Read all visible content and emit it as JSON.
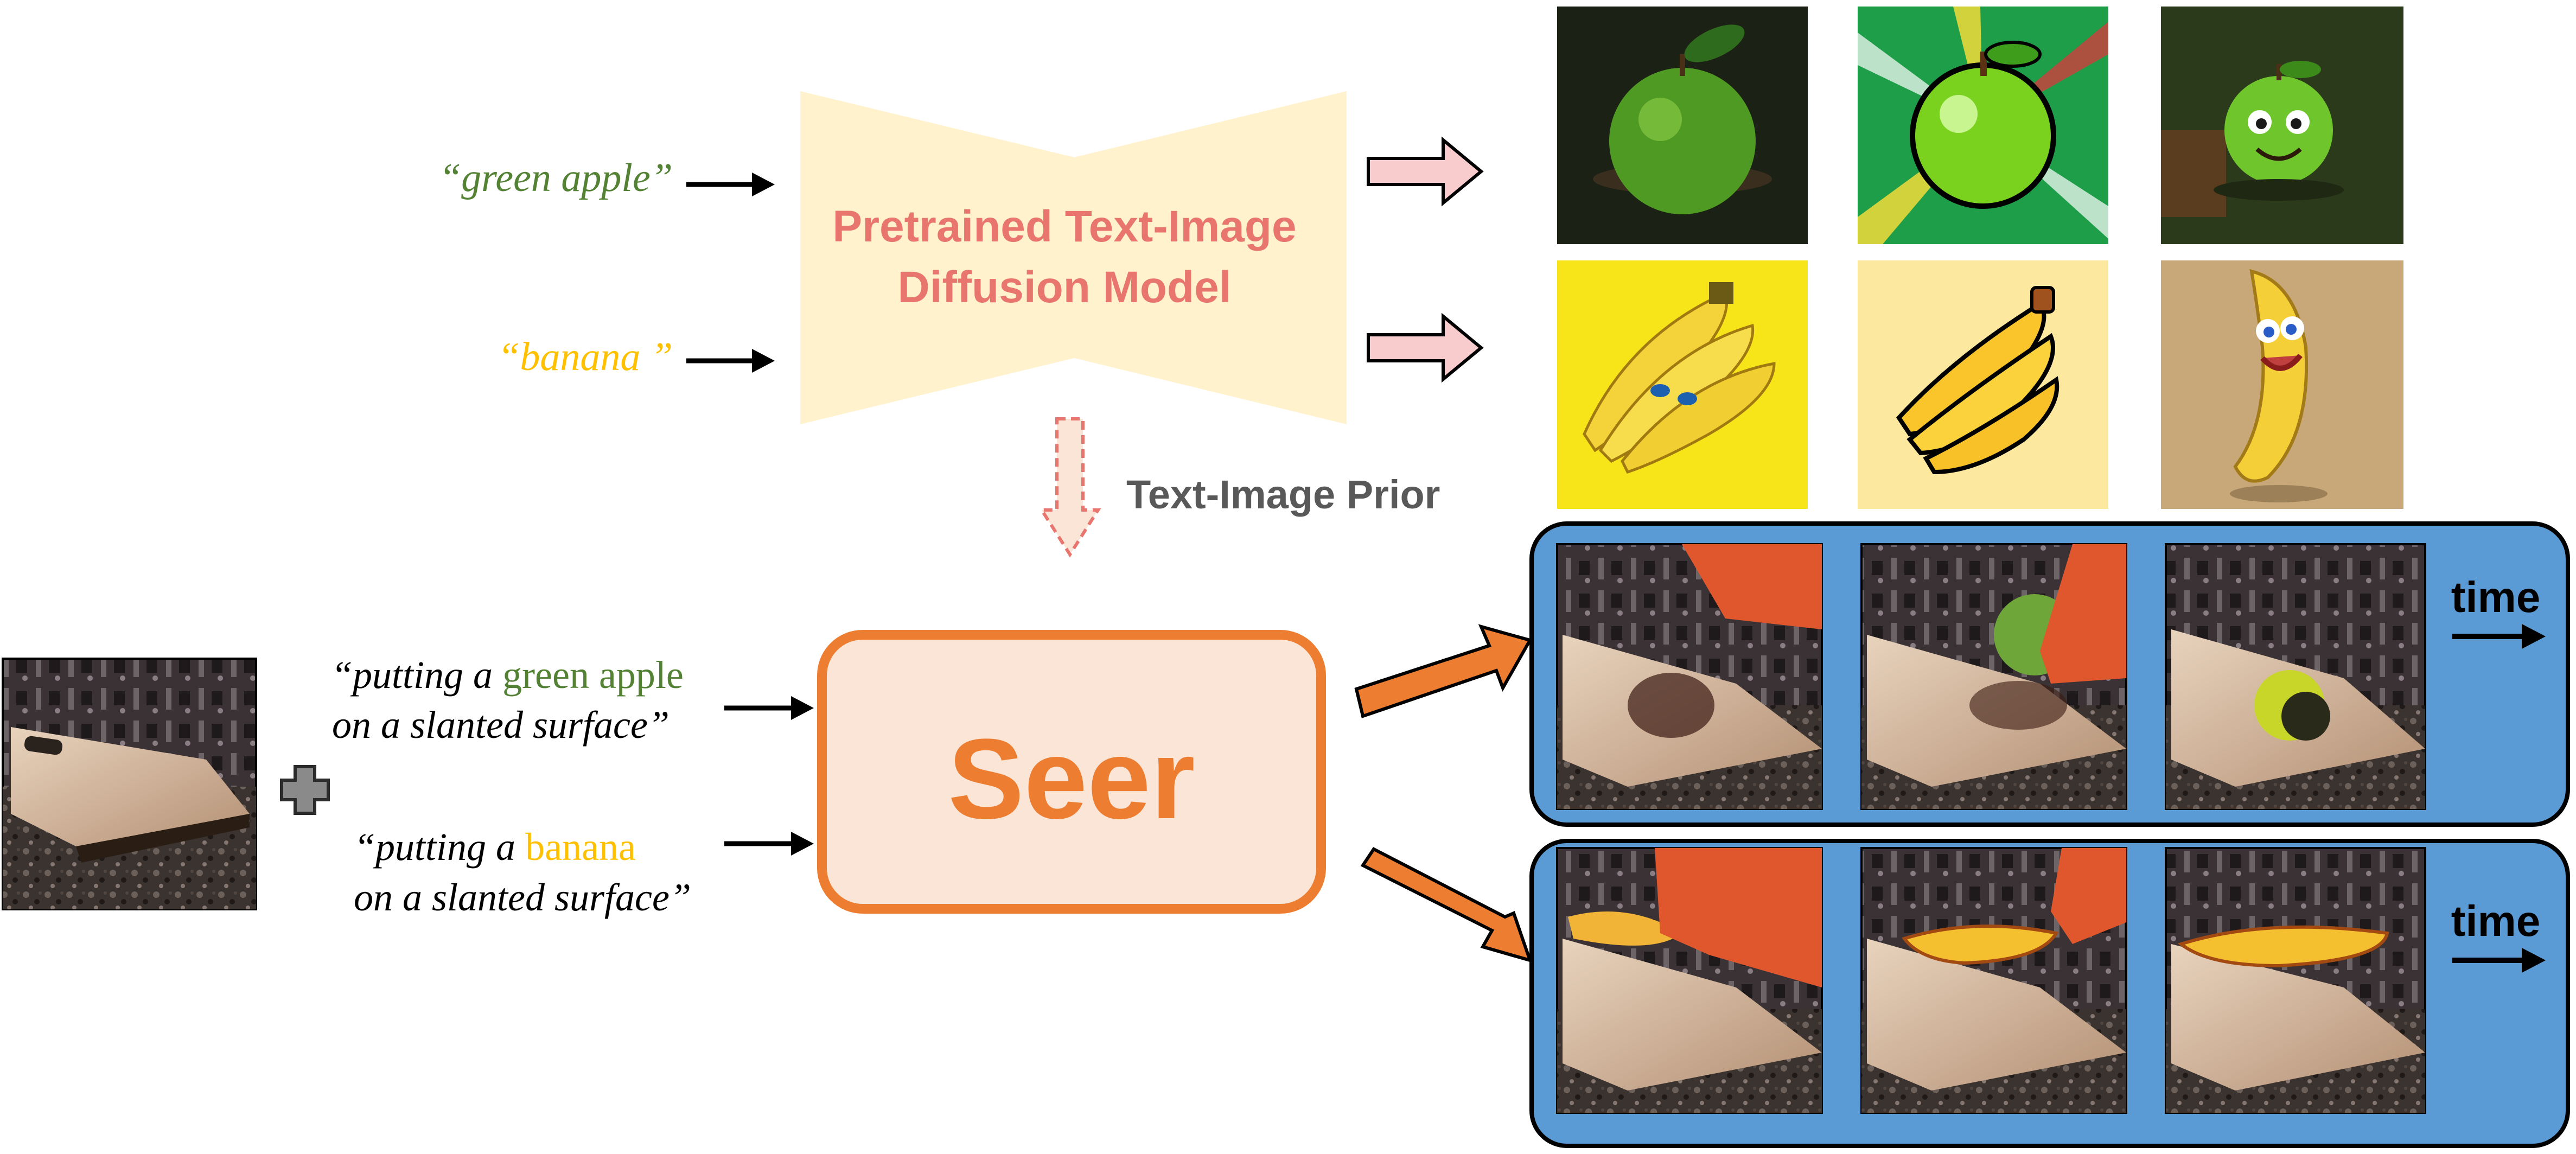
{
  "prompts": {
    "apple": "“green apple”",
    "banana": "“banana ”"
  },
  "diffusion": {
    "line1": "Pretrained Text-Image",
    "line2": "Diffusion Model"
  },
  "prior_label": "Text-Image Prior",
  "instructions": {
    "apple": {
      "prefix": "“putting a ",
      "object": "green apple",
      "line2": "on a slanted surface”"
    },
    "banana": {
      "prefix": "“putting a ",
      "object": "banana",
      "line2": "on a slanted surface”"
    }
  },
  "seer_label": "Seer",
  "time_label": "time",
  "generated_images": {
    "apple": [
      "photo-green-apple",
      "comic-green-apple",
      "cartoon-apple-character"
    ],
    "banana": [
      "photo-banana-bunch",
      "cartoon-banana-bunch",
      "cartoon-banana-character"
    ]
  },
  "video_frames": {
    "apple": [
      "frame-1-hand-with-apple",
      "frame-2-apple-placed",
      "frame-3-apple-on-board"
    ],
    "banana": [
      "frame-1-hand-with-banana",
      "frame-2-banana-placed",
      "frame-3-banana-on-board"
    ]
  },
  "colors": {
    "green": "#548235",
    "yellow": "#ffc000",
    "salmon": "#e8766f",
    "orange": "#ed7d31",
    "blue": "#5b9bd5",
    "cream": "#fff2cc",
    "seer_bg": "#fbe5d6",
    "gray_text": "#595959"
  }
}
